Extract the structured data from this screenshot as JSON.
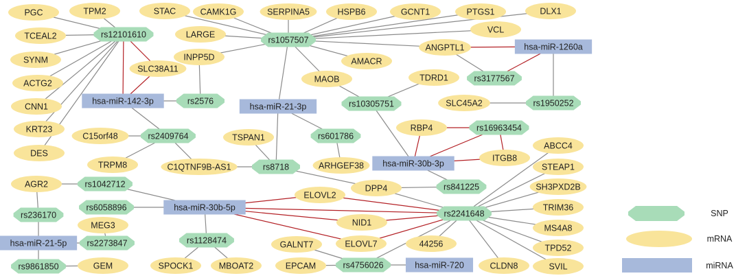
{
  "colors": {
    "snp": "#a8dcb8",
    "mrna": "#f9e49a",
    "mirna": "#a7b9db",
    "edge_gray": "#8a8a8a",
    "edge_red": "#b32025"
  },
  "legend": [
    {
      "label": "SNP",
      "shape": "octagon"
    },
    {
      "label": "mRNA",
      "shape": "ellipse"
    },
    {
      "label": "miRNA",
      "shape": "rect"
    }
  ],
  "nodes": [
    {
      "id": "PGC",
      "type": "mrna"
    },
    {
      "id": "TPM2",
      "type": "mrna"
    },
    {
      "id": "STAC",
      "type": "mrna"
    },
    {
      "id": "CAMK1G",
      "type": "mrna"
    },
    {
      "id": "SERPINA5",
      "type": "mrna"
    },
    {
      "id": "HSPB6",
      "type": "mrna"
    },
    {
      "id": "GCNT1",
      "type": "mrna"
    },
    {
      "id": "PTGS1",
      "type": "mrna"
    },
    {
      "id": "DLX1",
      "type": "mrna"
    },
    {
      "id": "TCEAL2",
      "type": "mrna"
    },
    {
      "id": "rs12101610",
      "type": "snp"
    },
    {
      "id": "LARGE",
      "type": "mrna"
    },
    {
      "id": "rs1057507",
      "type": "snp"
    },
    {
      "id": "VCL",
      "type": "mrna"
    },
    {
      "id": "INPP5D",
      "type": "mrna"
    },
    {
      "id": "ANGPTL1",
      "type": "mrna"
    },
    {
      "id": "hsa-miR-1260a",
      "type": "mirna"
    },
    {
      "id": "SYNM",
      "type": "mrna"
    },
    {
      "id": "SLC38A11",
      "type": "mrna"
    },
    {
      "id": "AMACR",
      "type": "mrna"
    },
    {
      "id": "rs3177567",
      "type": "snp"
    },
    {
      "id": "ACTG2",
      "type": "mrna"
    },
    {
      "id": "MAOB",
      "type": "mrna"
    },
    {
      "id": "TDRD1",
      "type": "mrna"
    },
    {
      "id": "hsa-miR-142-3p",
      "type": "mirna"
    },
    {
      "id": "rs2576",
      "type": "snp"
    },
    {
      "id": "CNN1",
      "type": "mrna"
    },
    {
      "id": "hsa-miR-21-3p",
      "type": "mirna"
    },
    {
      "id": "rs10305751",
      "type": "snp"
    },
    {
      "id": "SLC45A2",
      "type": "mrna"
    },
    {
      "id": "rs1950252",
      "type": "snp"
    },
    {
      "id": "KRT23",
      "type": "mrna"
    },
    {
      "id": "RBP4",
      "type": "mrna"
    },
    {
      "id": "rs16963454",
      "type": "snp"
    },
    {
      "id": "C15orf48",
      "type": "mrna"
    },
    {
      "id": "rs2409764",
      "type": "snp"
    },
    {
      "id": "TSPAN1",
      "type": "mrna"
    },
    {
      "id": "rs601786",
      "type": "snp"
    },
    {
      "id": "DES",
      "type": "mrna"
    },
    {
      "id": "ABCC4",
      "type": "mrna"
    },
    {
      "id": "ITGB8",
      "type": "mrna"
    },
    {
      "id": "hsa-miR-30b-3p",
      "type": "mirna"
    },
    {
      "id": "TRPM8",
      "type": "mrna"
    },
    {
      "id": "C1QTNF9B-AS1",
      "type": "mrna"
    },
    {
      "id": "rs8718",
      "type": "snp"
    },
    {
      "id": "ARHGEF38",
      "type": "mrna"
    },
    {
      "id": "STEAP1",
      "type": "mrna"
    },
    {
      "id": "AGR2",
      "type": "mrna"
    },
    {
      "id": "rs1042712",
      "type": "snp"
    },
    {
      "id": "DPP4",
      "type": "mrna"
    },
    {
      "id": "rs841225",
      "type": "snp"
    },
    {
      "id": "SH3PXD2B",
      "type": "mrna"
    },
    {
      "id": "ELOVL2",
      "type": "mrna"
    },
    {
      "id": "rs6058896",
      "type": "snp"
    },
    {
      "id": "hsa-miR-30b-5p",
      "type": "mirna"
    },
    {
      "id": "TRIM36",
      "type": "mrna"
    },
    {
      "id": "rs236170",
      "type": "snp"
    },
    {
      "id": "rs2241648",
      "type": "snp"
    },
    {
      "id": "MEG3",
      "type": "mrna"
    },
    {
      "id": "NID1",
      "type": "mrna"
    },
    {
      "id": "MS4A8",
      "type": "mrna"
    },
    {
      "id": "rs1128474",
      "type": "snp"
    },
    {
      "id": "hsa-miR-21-5p",
      "type": "mirna"
    },
    {
      "id": "rs2273847",
      "type": "snp"
    },
    {
      "id": "GALNT7",
      "type": "mrna"
    },
    {
      "id": "ELOVL7",
      "type": "mrna"
    },
    {
      "id": "44256",
      "type": "mrna"
    },
    {
      "id": "TPD52",
      "type": "mrna"
    },
    {
      "id": "rs9861850",
      "type": "snp"
    },
    {
      "id": "GEM",
      "type": "mrna"
    },
    {
      "id": "SPOCK1",
      "type": "mrna"
    },
    {
      "id": "MBOAT2",
      "type": "mrna"
    },
    {
      "id": "EPCAM",
      "type": "mrna"
    },
    {
      "id": "rs4756026",
      "type": "snp"
    },
    {
      "id": "hsa-miR-720",
      "type": "mirna"
    },
    {
      "id": "CLDN8",
      "type": "mrna"
    },
    {
      "id": "SVIL",
      "type": "mrna"
    }
  ],
  "edges": [
    {
      "source": "rs12101610",
      "target": "PGC",
      "color": "gray"
    },
    {
      "source": "rs12101610",
      "target": "TPM2",
      "color": "gray"
    },
    {
      "source": "rs12101610",
      "target": "TCEAL2",
      "color": "gray"
    },
    {
      "source": "rs12101610",
      "target": "SYNM",
      "color": "gray"
    },
    {
      "source": "rs12101610",
      "target": "ACTG2",
      "color": "gray"
    },
    {
      "source": "rs12101610",
      "target": "CNN1",
      "color": "gray"
    },
    {
      "source": "rs12101610",
      "target": "KRT23",
      "color": "gray"
    },
    {
      "source": "rs12101610",
      "target": "DES",
      "color": "gray"
    },
    {
      "source": "rs12101610",
      "target": "SLC38A11",
      "color": "red"
    },
    {
      "source": "rs12101610",
      "target": "hsa-miR-142-3p",
      "color": "red"
    },
    {
      "source": "rs1057507",
      "target": "STAC",
      "color": "gray"
    },
    {
      "source": "rs1057507",
      "target": "CAMK1G",
      "color": "gray"
    },
    {
      "source": "rs1057507",
      "target": "SERPINA5",
      "color": "gray"
    },
    {
      "source": "rs1057507",
      "target": "HSPB6",
      "color": "gray"
    },
    {
      "source": "rs1057507",
      "target": "GCNT1",
      "color": "gray"
    },
    {
      "source": "rs1057507",
      "target": "PTGS1",
      "color": "gray"
    },
    {
      "source": "rs1057507",
      "target": "DLX1",
      "color": "gray"
    },
    {
      "source": "rs1057507",
      "target": "LARGE",
      "color": "gray"
    },
    {
      "source": "rs1057507",
      "target": "VCL",
      "color": "gray"
    },
    {
      "source": "rs1057507",
      "target": "INPP5D",
      "color": "gray"
    },
    {
      "source": "rs1057507",
      "target": "ANGPTL1",
      "color": "gray"
    },
    {
      "source": "rs1057507",
      "target": "AMACR",
      "color": "gray"
    },
    {
      "source": "rs1057507",
      "target": "MAOB",
      "color": "gray"
    },
    {
      "source": "rs1057507",
      "target": "hsa-miR-21-3p",
      "color": "gray"
    },
    {
      "source": "ANGPTL1",
      "target": "hsa-miR-1260a",
      "color": "red"
    },
    {
      "source": "ANGPTL1",
      "target": "rs3177567",
      "color": "gray"
    },
    {
      "source": "hsa-miR-1260a",
      "target": "rs3177567",
      "color": "red"
    },
    {
      "source": "hsa-miR-1260a",
      "target": "rs1950252",
      "color": "gray"
    },
    {
      "source": "SLC45A2",
      "target": "rs1950252",
      "color": "gray"
    },
    {
      "source": "SLC38A11",
      "target": "hsa-miR-142-3p",
      "color": "red"
    },
    {
      "source": "INPP5D",
      "target": "rs2576",
      "color": "gray"
    },
    {
      "source": "hsa-miR-142-3p",
      "target": "rs2576",
      "color": "gray"
    },
    {
      "source": "hsa-miR-142-3p",
      "target": "rs2409764",
      "color": "gray"
    },
    {
      "source": "MAOB",
      "target": "rs10305751",
      "color": "gray"
    },
    {
      "source": "TDRD1",
      "target": "rs10305751",
      "color": "gray"
    },
    {
      "source": "rs10305751",
      "target": "hsa-miR-30b-3p",
      "color": "gray"
    },
    {
      "source": "hsa-miR-21-3p",
      "target": "rs601786",
      "color": "gray"
    },
    {
      "source": "hsa-miR-21-3p",
      "target": "rs8718",
      "color": "gray"
    },
    {
      "source": "rs601786",
      "target": "ARHGEF38",
      "color": "gray"
    },
    {
      "source": "C15orf48",
      "target": "rs2409764",
      "color": "gray"
    },
    {
      "source": "TRPM8",
      "target": "rs2409764",
      "color": "gray"
    },
    {
      "source": "rs2409764",
      "target": "C1QTNF9B-AS1",
      "color": "gray"
    },
    {
      "source": "C1QTNF9B-AS1",
      "target": "rs8718",
      "color": "gray"
    },
    {
      "source": "TSPAN1",
      "target": "rs8718",
      "color": "gray"
    },
    {
      "source": "rs8718",
      "target": "DPP4",
      "color": "gray"
    },
    {
      "source": "RBP4",
      "target": "rs16963454",
      "color": "red"
    },
    {
      "source": "RBP4",
      "target": "hsa-miR-30b-3p",
      "color": "red"
    },
    {
      "source": "rs16963454",
      "target": "hsa-miR-30b-3p",
      "color": "red"
    },
    {
      "source": "rs16963454",
      "target": "ITGB8",
      "color": "red"
    },
    {
      "source": "hsa-miR-30b-3p",
      "target": "ITGB8",
      "color": "red"
    },
    {
      "source": "hsa-miR-30b-3p",
      "target": "rs841225",
      "color": "gray"
    },
    {
      "source": "DPP4",
      "target": "rs841225",
      "color": "gray"
    },
    {
      "source": "DPP4",
      "target": "rs2241648",
      "color": "gray"
    },
    {
      "source": "AGR2",
      "target": "rs1042712",
      "color": "gray"
    },
    {
      "source": "AGR2",
      "target": "rs236170",
      "color": "gray"
    },
    {
      "source": "rs1042712",
      "target": "hsa-miR-30b-5p",
      "color": "gray"
    },
    {
      "source": "rs6058896",
      "target": "hsa-miR-30b-5p",
      "color": "gray"
    },
    {
      "source": "hsa-miR-30b-5p",
      "target": "rs1128474",
      "color": "gray"
    },
    {
      "source": "hsa-miR-30b-5p",
      "target": "ELOVL2",
      "color": "red"
    },
    {
      "source": "hsa-miR-30b-5p",
      "target": "rs2241648",
      "color": "red"
    },
    {
      "source": "hsa-miR-30b-5p",
      "target": "NID1",
      "color": "red"
    },
    {
      "source": "hsa-miR-30b-5p",
      "target": "ELOVL7",
      "color": "red"
    },
    {
      "source": "ELOVL2",
      "target": "rs2241648",
      "color": "red"
    },
    {
      "source": "NID1",
      "target": "rs2241648",
      "color": "red"
    },
    {
      "source": "ELOVL7",
      "target": "rs2241648",
      "color": "red"
    },
    {
      "source": "rs2241648",
      "target": "ABCC4",
      "color": "gray"
    },
    {
      "source": "rs2241648",
      "target": "STEAP1",
      "color": "gray"
    },
    {
      "source": "rs2241648",
      "target": "SH3PXD2B",
      "color": "gray"
    },
    {
      "source": "rs2241648",
      "target": "TRIM36",
      "color": "gray"
    },
    {
      "source": "rs2241648",
      "target": "MS4A8",
      "color": "gray"
    },
    {
      "source": "rs2241648",
      "target": "TPD52",
      "color": "gray"
    },
    {
      "source": "rs2241648",
      "target": "SVIL",
      "color": "gray"
    },
    {
      "source": "rs2241648",
      "target": "CLDN8",
      "color": "gray"
    },
    {
      "source": "rs2241648",
      "target": "44256",
      "color": "gray"
    },
    {
      "source": "rs2241648",
      "target": "rs4756026",
      "color": "gray"
    },
    {
      "source": "MEG3",
      "target": "rs2273847",
      "color": "gray"
    },
    {
      "source": "rs236170",
      "target": "hsa-miR-21-5p",
      "color": "gray"
    },
    {
      "source": "hsa-miR-21-5p",
      "target": "rs2273847",
      "color": "gray"
    },
    {
      "source": "hsa-miR-21-5p",
      "target": "rs9861850",
      "color": "gray"
    },
    {
      "source": "rs9861850",
      "target": "GEM",
      "color": "gray"
    },
    {
      "source": "rs1128474",
      "target": "SPOCK1",
      "color": "gray"
    },
    {
      "source": "rs1128474",
      "target": "MBOAT2",
      "color": "gray"
    },
    {
      "source": "GALNT7",
      "target": "rs4756026",
      "color": "gray"
    },
    {
      "source": "EPCAM",
      "target": "rs4756026",
      "color": "gray"
    },
    {
      "source": "rs4756026",
      "target": "hsa-miR-720",
      "color": "gray"
    }
  ]
}
